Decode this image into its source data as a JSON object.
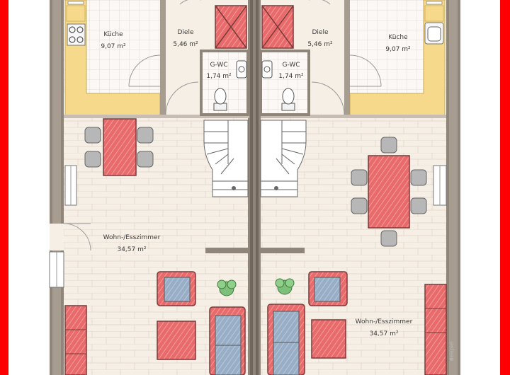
{
  "colors": {
    "frame": "#ff0000",
    "wall": "#8f8578",
    "floor": "#f6efe6",
    "brick_line": "#e3d5c8",
    "kitchen_floor": "#fbf8f5",
    "tile_grid": "#d9d3cc",
    "counter": "#f6d98a",
    "furniture_red": "#e05a5a",
    "chair_grey": "#b9b9b9",
    "sofa_blue": "#9fb3c8",
    "plant_green": "#7cc07a",
    "stairs": "#ffffff",
    "fixture": "#f2f2f2"
  },
  "rooms": {
    "kitchen_left": {
      "name": "Küche",
      "area": "9,07 m²"
    },
    "diele_left": {
      "name": "Diele",
      "area": "5,46 m²"
    },
    "gwc_left": {
      "name": "G-WC",
      "area": "1,74 m²"
    },
    "gwc_right": {
      "name": "G-WC",
      "area": "1,74 m²"
    },
    "diele_right": {
      "name": "Diele",
      "area": "5,46 m²"
    },
    "kitchen_right": {
      "name": "Küche",
      "area": "9,07 m²"
    },
    "living_left": {
      "name": "Wohn-/Esszimmer",
      "area": "34,57 m²"
    },
    "living_right": {
      "name": "Wohn-/Esszimmer",
      "area": "34,57 m²"
    }
  },
  "watermark": "Beispiel",
  "icons": {
    "plant": "potted-plant-icon",
    "toilet": "toilet-icon",
    "sink": "sink-icon",
    "stove": "stove-icon"
  }
}
